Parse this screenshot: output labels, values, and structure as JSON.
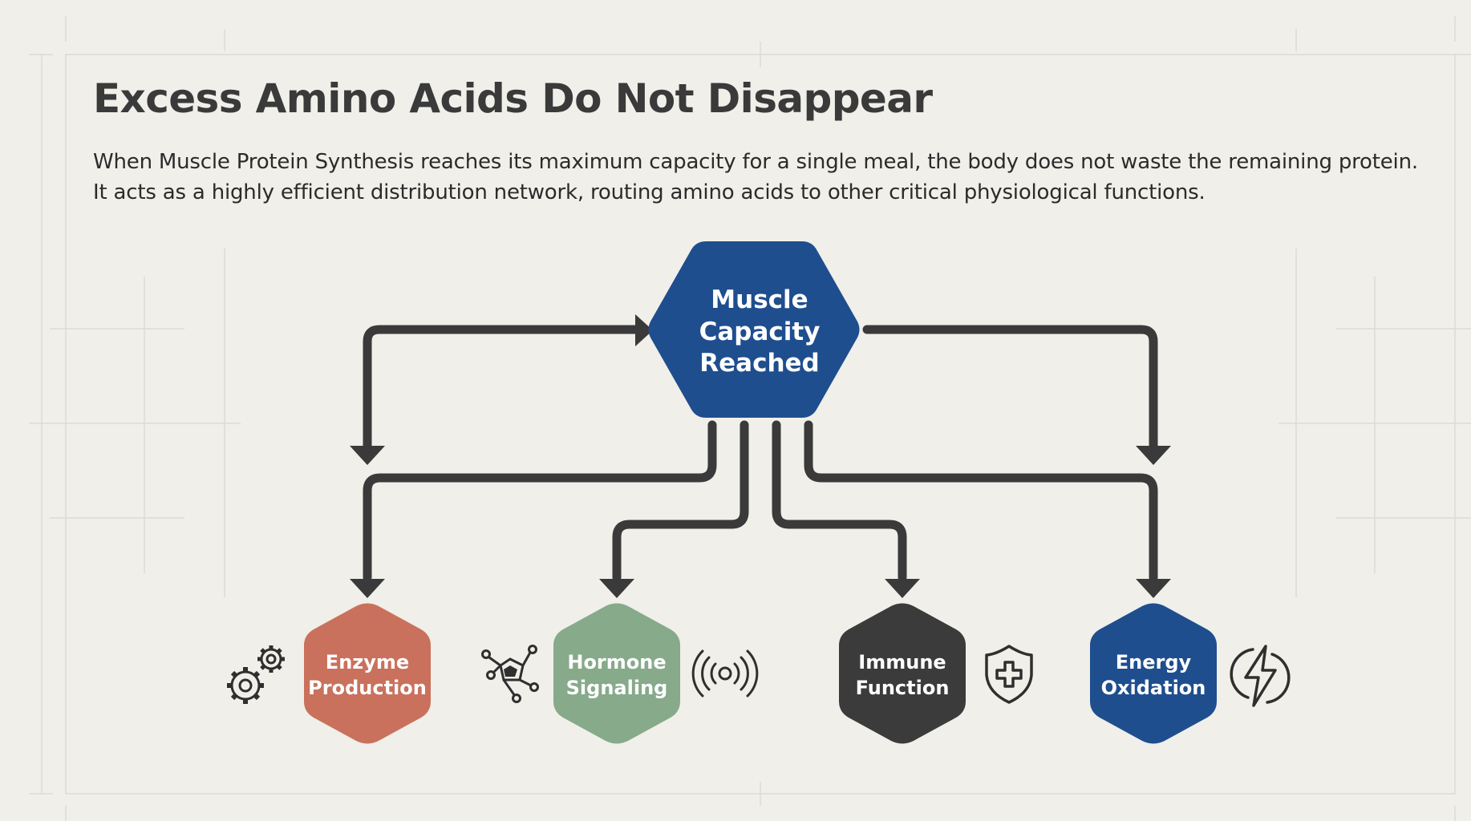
{
  "header": {
    "title": "Excess Amino Acids Do Not Disappear",
    "description": "When Muscle Protein Synthesis reaches its maximum capacity for a single meal, the body does not waste the remaining protein. It acts as a highly efficient distribution network, routing amino acids to other critical physiological functions."
  },
  "diagram": {
    "center_node": {
      "lines": [
        "Muscle",
        "Capacity",
        "Reached"
      ],
      "color": "#1f4e8f"
    },
    "targets": [
      {
        "id": "enzyme",
        "lines": [
          "Enzyme",
          "Production"
        ],
        "color": "#c9715c",
        "icon": "gears-icon"
      },
      {
        "id": "hormone",
        "lines": [
          "Hormone",
          "Signaling"
        ],
        "color": "#86aa8a",
        "icon": "molecule-icon"
      },
      {
        "id": "immune",
        "lines": [
          "Immune",
          "Function"
        ],
        "color": "#3b3b3b",
        "icon": "shield-cross-icon"
      },
      {
        "id": "energy",
        "lines": [
          "Energy",
          "Oxidation"
        ],
        "color": "#1f4e8f",
        "icon": "lightning-icon"
      }
    ],
    "extra_icons": [
      "signal-waves-icon"
    ],
    "connector_color": "#3a3a3a"
  }
}
